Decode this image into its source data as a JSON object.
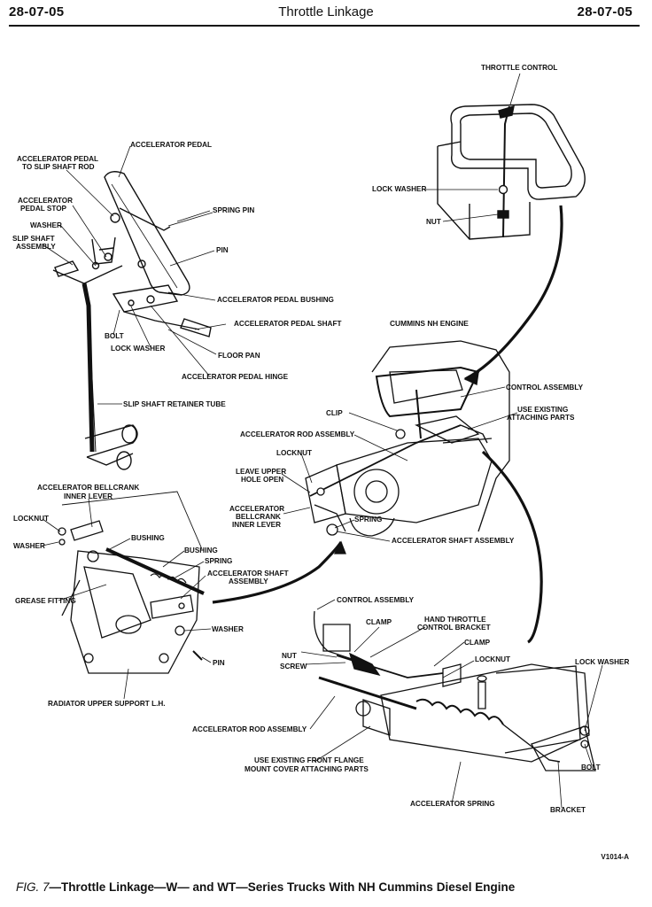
{
  "header": {
    "section_left": "28-07-05",
    "title": "Throttle Linkage",
    "section_right": "28-07-05"
  },
  "labels": {
    "throttle_control": "THROTTLE CONTROL",
    "lock_washer_top": "LOCK WASHER",
    "nut_top": "NUT",
    "accelerator_pedal": "ACCELERATOR PEDAL",
    "pedal_to_slip_shaft_rod_1": "ACCELERATOR PEDAL",
    "pedal_to_slip_shaft_rod_2": "TO SLIP SHAFT ROD",
    "pedal_stop_1": "ACCELERATOR",
    "pedal_stop_2": "PEDAL STOP",
    "washer_left": "WASHER",
    "slip_shaft_assembly_1": "SLIP SHAFT",
    "slip_shaft_assembly_2": "ASSEMBLY",
    "spring_pin": "SPRING PIN",
    "pin_top": "PIN",
    "pedal_bushing": "ACCELERATOR PEDAL BUSHING",
    "pedal_shaft": "ACCELERATOR PEDAL SHAFT",
    "bolt_left": "BOLT",
    "lock_washer_left": "LOCK WASHER",
    "floor_pan": "FLOOR PAN",
    "pedal_hinge": "ACCELERATOR PEDAL HINGE",
    "slip_shaft_retainer_tube": "SLIP SHAFT RETAINER TUBE",
    "cummins_engine": "CUMMINS NH ENGINE",
    "control_assembly_top": "CONTROL ASSEMBLY",
    "clip": "CLIP",
    "use_existing_1": "USE EXISTING",
    "use_existing_2": "ATTACHING PARTS",
    "rod_assembly_top": "ACCELERATOR ROD ASSEMBLY",
    "locknut_mid": "LOCKNUT",
    "leave_upper_1": "LEAVE UPPER",
    "leave_upper_2": "HOLE OPEN",
    "bellcrank_1": "ACCELERATOR",
    "bellcrank_2": "BELLCRANK",
    "bellcrank_3": "INNER LEVER",
    "spring_mid": "SPRING",
    "shaft_assembly_mid": "ACCELERATOR SHAFT ASSEMBLY",
    "bellcrank_inner_1": "ACCELERATOR BELLCRANK",
    "bellcrank_inner_2": "INNER LEVER",
    "locknut_left": "LOCKNUT",
    "washer_lower": "WASHER",
    "bushing_1": "BUSHING",
    "bushing_2": "BUSHING",
    "spring_lower": "SPRING",
    "shaft_assembly_lower_1": "ACCELERATOR SHAFT",
    "shaft_assembly_lower_2": "ASSEMBLY",
    "grease_fitting": "GREASE FITTING",
    "washer_right": "WASHER",
    "pin_lower": "PIN",
    "radiator_support": "RADIATOR UPPER SUPPORT L.H.",
    "control_assembly_bottom": "CONTROL ASSEMBLY",
    "clamp_1": "CLAMP",
    "hand_throttle_1": "HAND THROTTLE",
    "hand_throttle_2": "CONTROL BRACKET",
    "clamp_2": "CLAMP",
    "nut_bottom": "NUT",
    "screw": "SCREW",
    "locknut_bottom": "LOCKNUT",
    "lock_washer_bottom": "LOCK WASHER",
    "rod_assembly_bottom": "ACCELERATOR ROD ASSEMBLY",
    "front_flange_1": "USE EXISTING FRONT FLANGE",
    "front_flange_2": "MOUNT COVER ATTACHING PARTS",
    "bolt_bottom": "BOLT",
    "accelerator_spring": "ACCELERATOR SPRING",
    "bracket": "BRACKET"
  },
  "figure_ref": "V1014-A",
  "caption": {
    "fig_label": "FIG. 7",
    "text": "—Throttle Linkage—W— and WT—Series Trucks With NH Cummins Diesel Engine"
  }
}
